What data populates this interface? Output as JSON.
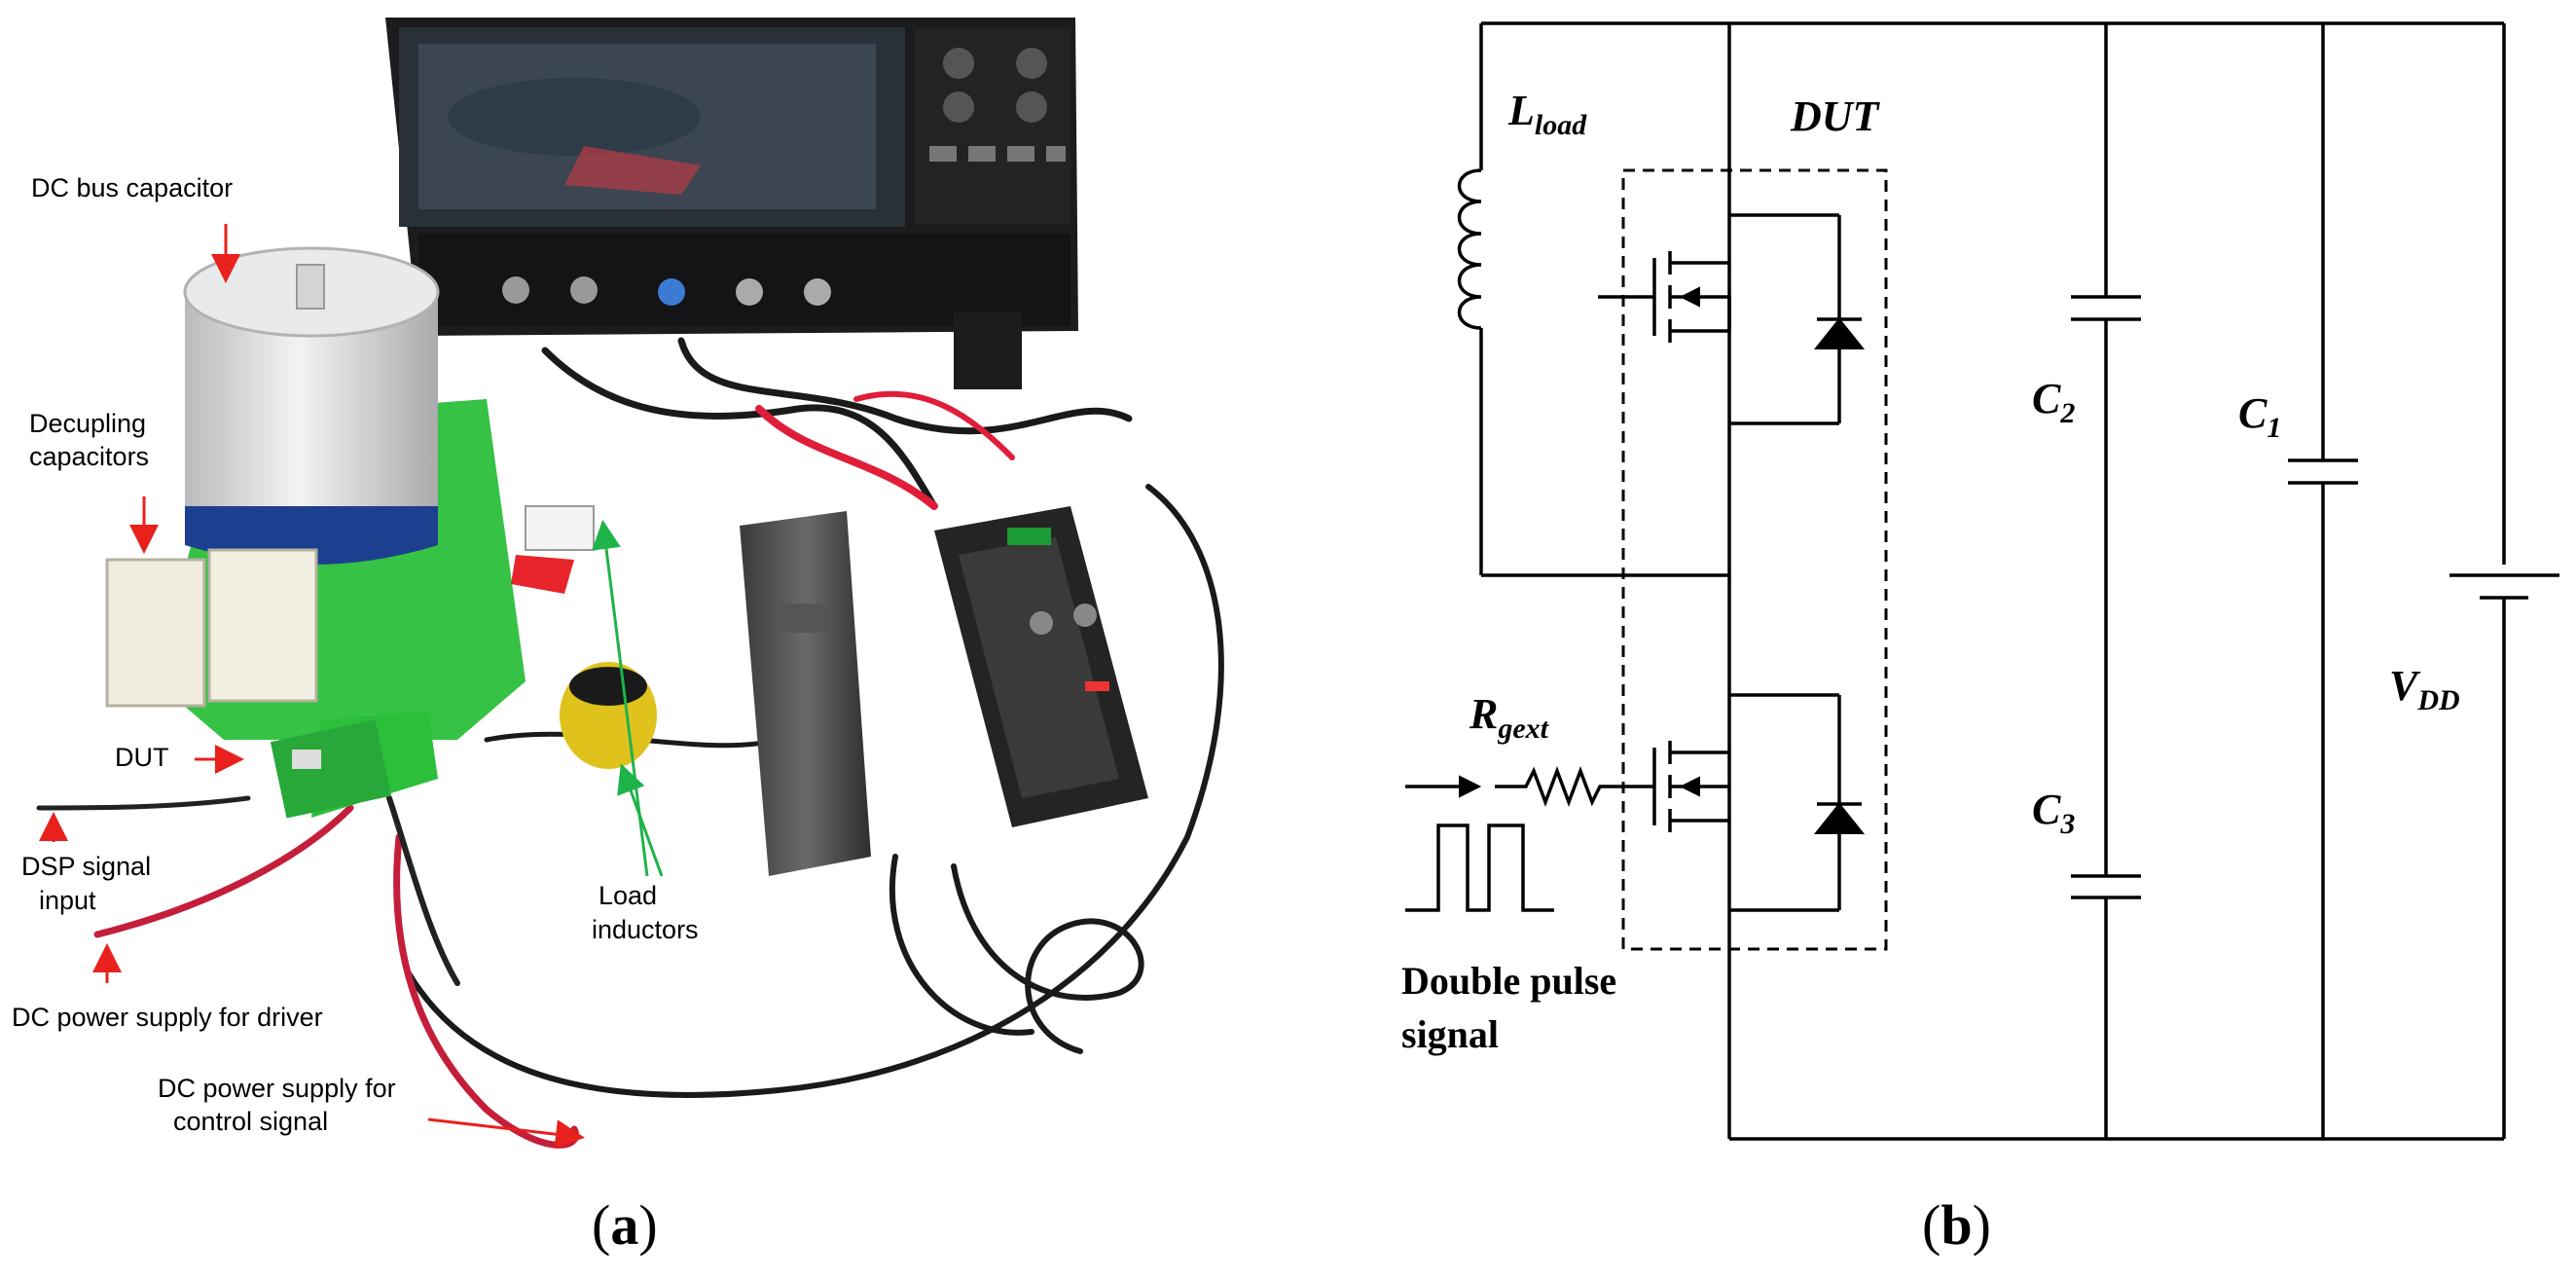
{
  "panel_a": {
    "labels": {
      "dc_bus_capacitor": "DC bus capacitor",
      "decoupling_1": "Decupling",
      "decoupling_2": "capacitors",
      "dut": "DUT",
      "dsp_1": "DSP signal",
      "dsp_2": "input",
      "dc_driver": "DC power supply for driver",
      "load_1": "Load",
      "load_2": "inductors",
      "dc_control_1": "DC power supply for",
      "dc_control_2": "control signal"
    },
    "caption": "(a)"
  },
  "panel_b": {
    "symbols": {
      "l_main": "L",
      "l_sub": "load",
      "dut": "DUT",
      "c2_main": "C",
      "c2_sub": "2",
      "c1_main": "C",
      "c1_sub": "1",
      "c3_main": "C",
      "c3_sub": "3",
      "vdd_main": "V",
      "vdd_sub": "DD",
      "rg_main": "R",
      "rg_sub": "gext"
    },
    "signal_1": "Double pulse",
    "signal_2": "signal",
    "caption": "(b)"
  },
  "colors": {
    "arrow_red": "#e8211c",
    "arrow_green": "#1fb34a",
    "pcb_green": "#2bbf3a",
    "scope_body": "#1c1c1e",
    "capacitor_silver": "#d9dadb",
    "capacitor_blue": "#1d3f8f",
    "probe_black": "#242424"
  }
}
